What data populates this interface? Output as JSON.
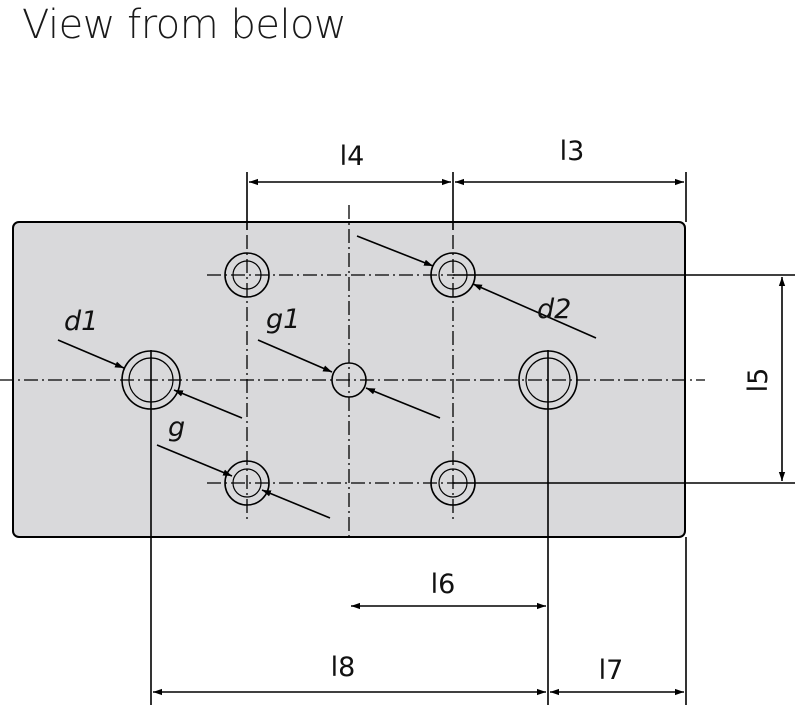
{
  "title": "View from below",
  "labels": {
    "l3": "l3",
    "l4": "l4",
    "l5": "l5",
    "l6": "l6",
    "l7": "l7",
    "l8": "l8",
    "d1": "d1",
    "d2": "d2",
    "g": "g",
    "g1": "g1"
  },
  "colors": {
    "plate": "#d9d9db",
    "line": "#000000"
  }
}
